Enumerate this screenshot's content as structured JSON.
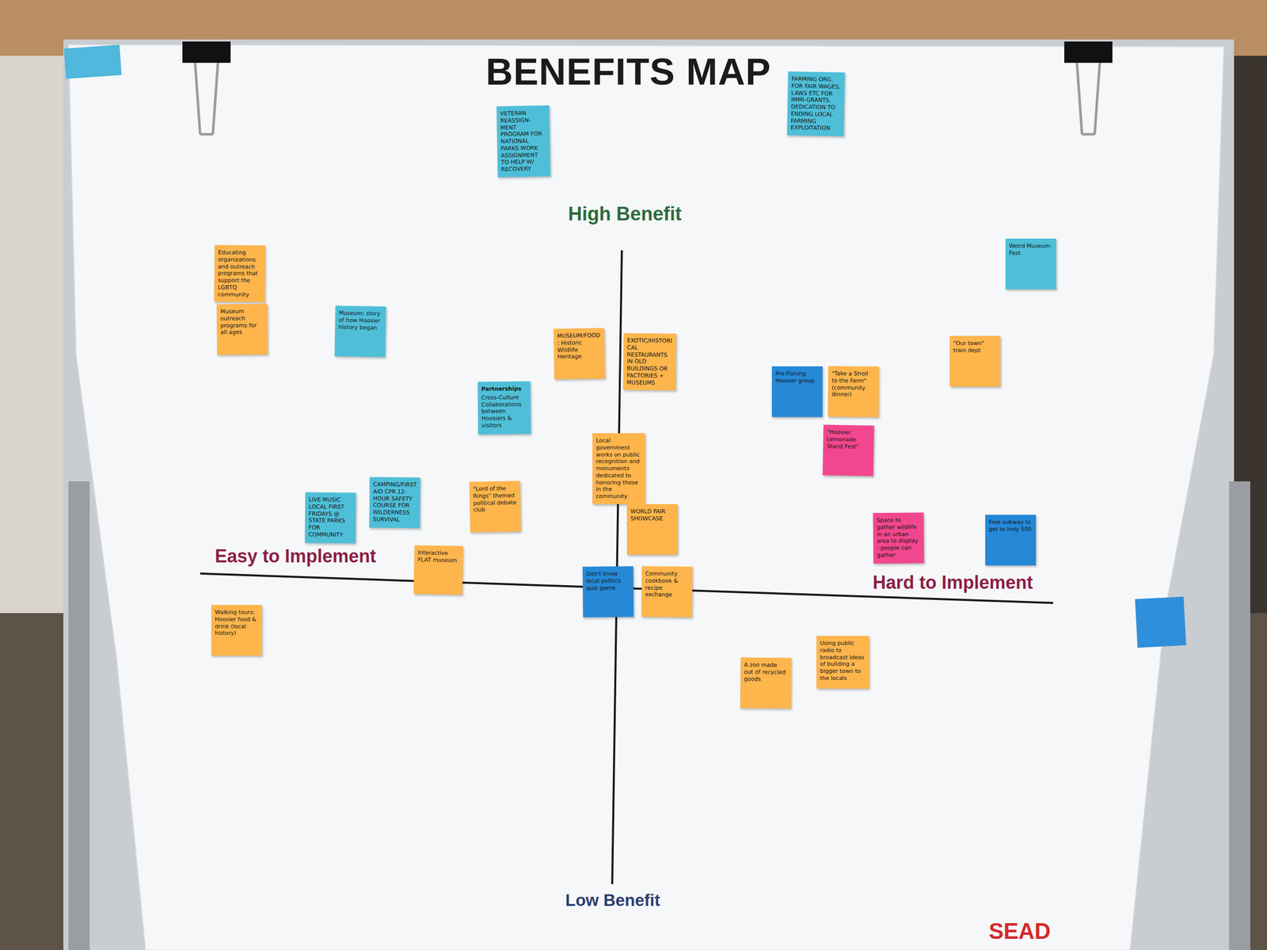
{
  "diagram": {
    "title": "BENEFITS MAP",
    "nodes": [
      {
        "text": [
          "FARMING ORG. FOR FAIR WAGES, LAWS ETC FOR IMMI-GRANTS. DEDICATION TO ENDING LOCAL FARMING EXPLOITATION"
        ]
      },
      {
        "text": [
          "VETERAN REASSIGN-MENT PROGRAM FOR NATIONAL PARKS WORK ASSIGNMENT TO HELP W/ RECOVERY"
        ]
      },
      {
        "text": [
          "Weird Museum Fest"
        ]
      },
      {
        "text": [
          "Educating organizations and outreach programs that support the LGBTQ community"
        ]
      },
      {
        "text": [
          "Museum outreach programs for all ages"
        ]
      },
      {
        "text": [
          "Museum: story of how Hoosier history began"
        ]
      },
      {
        "text": [
          "MUSEUM/FOOD: Historic Wildlife Heritage"
        ]
      },
      {
        "text": [
          "EXOTIC/HISTORICAL RESTAURANTS IN OLD BUILDINGS OR FACTORIES + MUSEUMS"
        ]
      },
      {
        "text": [
          "\"Our town\" train dept"
        ]
      },
      {
        "text": [
          "Pro-Fishing Hoosier group"
        ]
      },
      {
        "text": [
          "\"Take a Stroll to the Farm\" (community dinner)"
        ]
      },
      {
        "text": [
          "Partnerships",
          "Cross-Culture Collaborations between Hoosiers & visitors"
        ]
      },
      {
        "text": [
          "\"Hoosier Lemonade Stand Fest\""
        ]
      },
      {
        "text": [
          "Local government works on public recognition and monuments dedicated to honoring those in the community"
        ]
      },
      {
        "text": [
          "CAMPING/FIRST AID CPR 12-HOUR SAFETY COURSE FOR WILDERNESS SURVIVAL"
        ]
      },
      {
        "text": [
          "\"Lord of the Rings\" themed political debate club"
        ]
      },
      {
        "text": [
          "LIVE MUSIC LOCAL FIRST FRIDAYS @ STATE PARKS FOR COMMUNITY"
        ]
      },
      {
        "text": [
          "WORLD FAIR SHOWCASE"
        ]
      },
      {
        "text": [
          "Space to gather wildlife in an urban area to display - people can gather"
        ]
      },
      {
        "text": [
          "Free subway to get to Indy 500"
        ]
      },
      {
        "text": [
          "Interactive FLAT museum"
        ]
      },
      {
        "text": [
          "Don't know local politics quiz game"
        ]
      },
      {
        "text": [
          "Community cookbook & recipe exchange"
        ]
      },
      {
        "text": [
          "Walking tours: Hoosier food & drink (local history)"
        ]
      },
      {
        "text": [
          "Using public radio to broadcast ideas of building a bigger town to the locals"
        ]
      },
      {
        "text": [
          "A zoo made out of recycled goods"
        ]
      }
    ],
    "edges": [],
    "labels": [
      "High Benefit",
      "Easy to Implement",
      "Hard to Implement",
      "Low Benefit",
      "SEAD"
    ]
  }
}
